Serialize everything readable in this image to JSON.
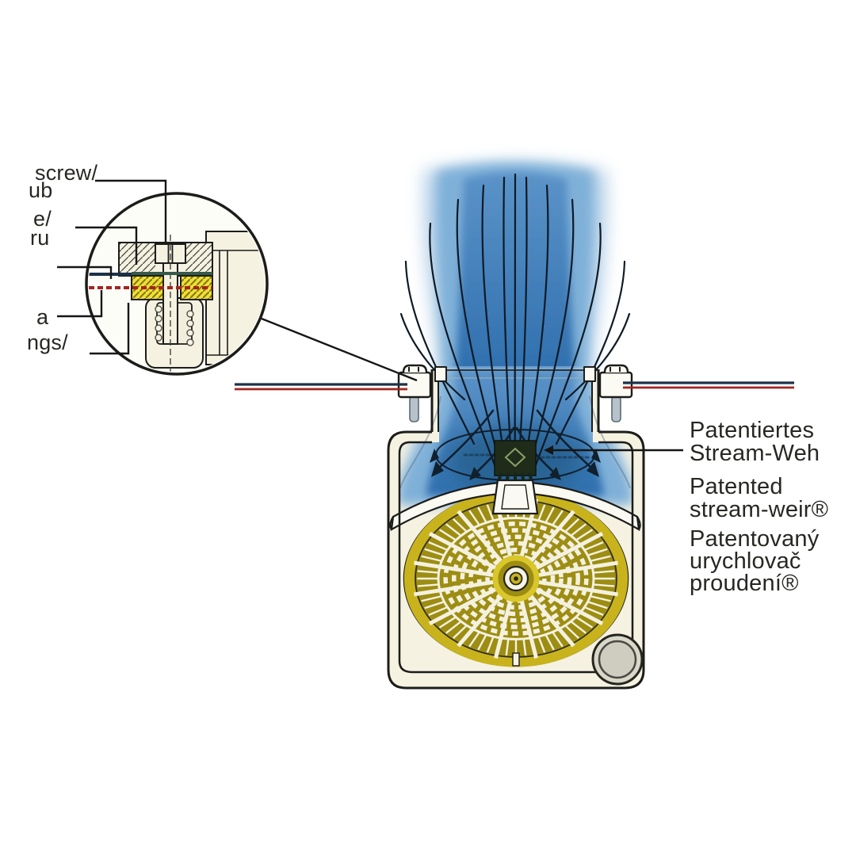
{
  "colors": {
    "paper": "#ffffff",
    "ink": "#1c1c1a",
    "ivory": "#f5f2e1",
    "plume_halo": "#b7d2e8",
    "plume_mid": "#7fb0d8",
    "plume_core_top": "#5b93c8",
    "plume_core": "#2f6fae",
    "plume_deep": "#28608f",
    "wire_navy": "#1d3148",
    "wire_red": "#a32420",
    "clamp_yellow": "#eedf3a",
    "clamp_hatch": "#8a7a10",
    "screw_gray": "#b7c2cb",
    "grille_olive": "#9d8d12",
    "grille_gold": "#c9b31d",
    "grille_white": "#f4f1df",
    "weir_dark": "#1f2c1a",
    "knob_gray": "#d8d7c9"
  },
  "inset_labels": {
    "frag_screw": "screw/",
    "frag_oub": "ub",
    "frag_e": "e/",
    "frag_ru": "ru",
    "frag_a": "a",
    "frag_ngs": "ngs/"
  },
  "annotations": {
    "de": {
      "line1": "Patentiertes",
      "line2": "Stream-Weh"
    },
    "en": {
      "line1": "Patented",
      "line2": "stream-weir®"
    },
    "cs": {
      "line1": "Patentovaný",
      "line2": "urychlovač",
      "line3": "proudení®"
    }
  }
}
